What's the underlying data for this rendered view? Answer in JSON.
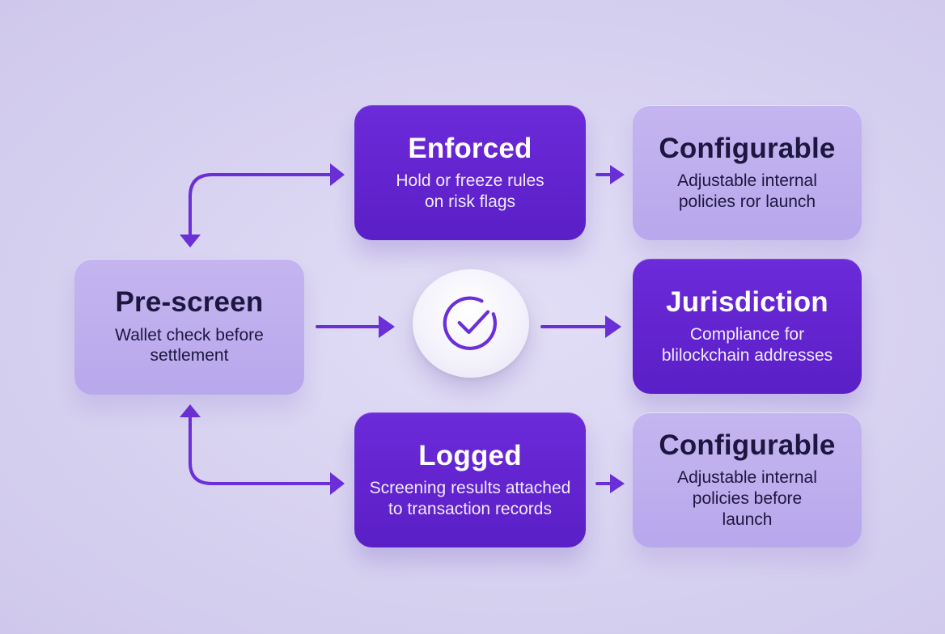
{
  "diagram": {
    "prescreen": {
      "title": "Pre-screen",
      "description": "Wallet check before\nsettlement"
    },
    "enforced": {
      "title": "Enforced",
      "description": "Hold or freeze rules\non risk flags"
    },
    "logged": {
      "title": "Logged",
      "description": "Screening results attached\nto transaction records"
    },
    "configurable_top": {
      "title": "Configurable",
      "description": "Adjustable internal\npolicies ror launch"
    },
    "jurisdiction": {
      "title": "Jurisdiction",
      "description": "Compliance for\nblilockchain addresses"
    },
    "configurable_bottom": {
      "title": "Configurable",
      "description": "Adjustable internal\npolicies before\nlaunch"
    },
    "center_icon": "check-circle-icon"
  },
  "colors": {
    "background": "#d9d4f1",
    "dark_card": "#5f22cc",
    "light_card": "#bdb0ee",
    "arrow": "#6a2fd6",
    "text_dark": "#1d1640",
    "text_light": "#ffffff"
  }
}
